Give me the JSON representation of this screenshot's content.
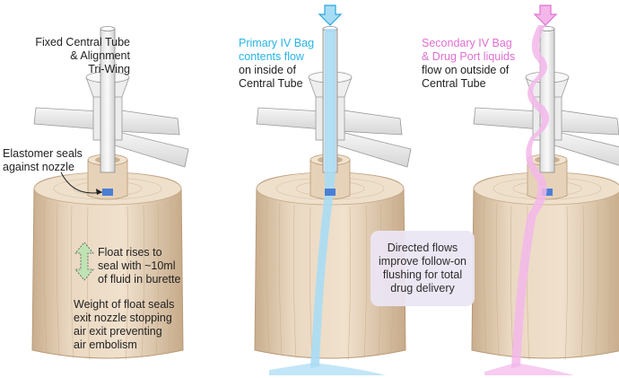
{
  "labels": {
    "fixed_tube": "Fixed Central Tube\n& Alignment\nTri-Wing",
    "elastomer": "Elastomer seals\nagainst nozzle",
    "float_rises": "Float rises to\nseal with ~10ml\nof fluid in burette",
    "weight_float": "Weight of float seals\nexit nozzle stopping\nair exit preventing\nair embolism",
    "primary_colored": "Primary IV Bag\ncontents flow",
    "primary_rest": "on inside of\nCentral Tube",
    "secondary_colored": "Secondary IV Bag\n& Drug Port liquids",
    "secondary_rest": "flow on outside of\nCentral Tube",
    "directed_flows": "Directed flows\nimprove follow-on\nflushing for total\ndrug delivery"
  },
  "colors": {
    "body": "#ebd9c2",
    "body_shade": "#d9c2a6",
    "tube": "#f2f2f2",
    "primary_flow": "#a8dcf4",
    "primary_arrow": "#2aa6dc",
    "secondary_flow": "#f3b7ea",
    "secondary_arrow": "#e06fd2",
    "float_arrow": "#bfe3b4",
    "seal": "#4a7fd6"
  },
  "icons": {
    "flow_in_arrow": "down-arrow-icon",
    "float_arrow": "double-arrow-icon"
  }
}
